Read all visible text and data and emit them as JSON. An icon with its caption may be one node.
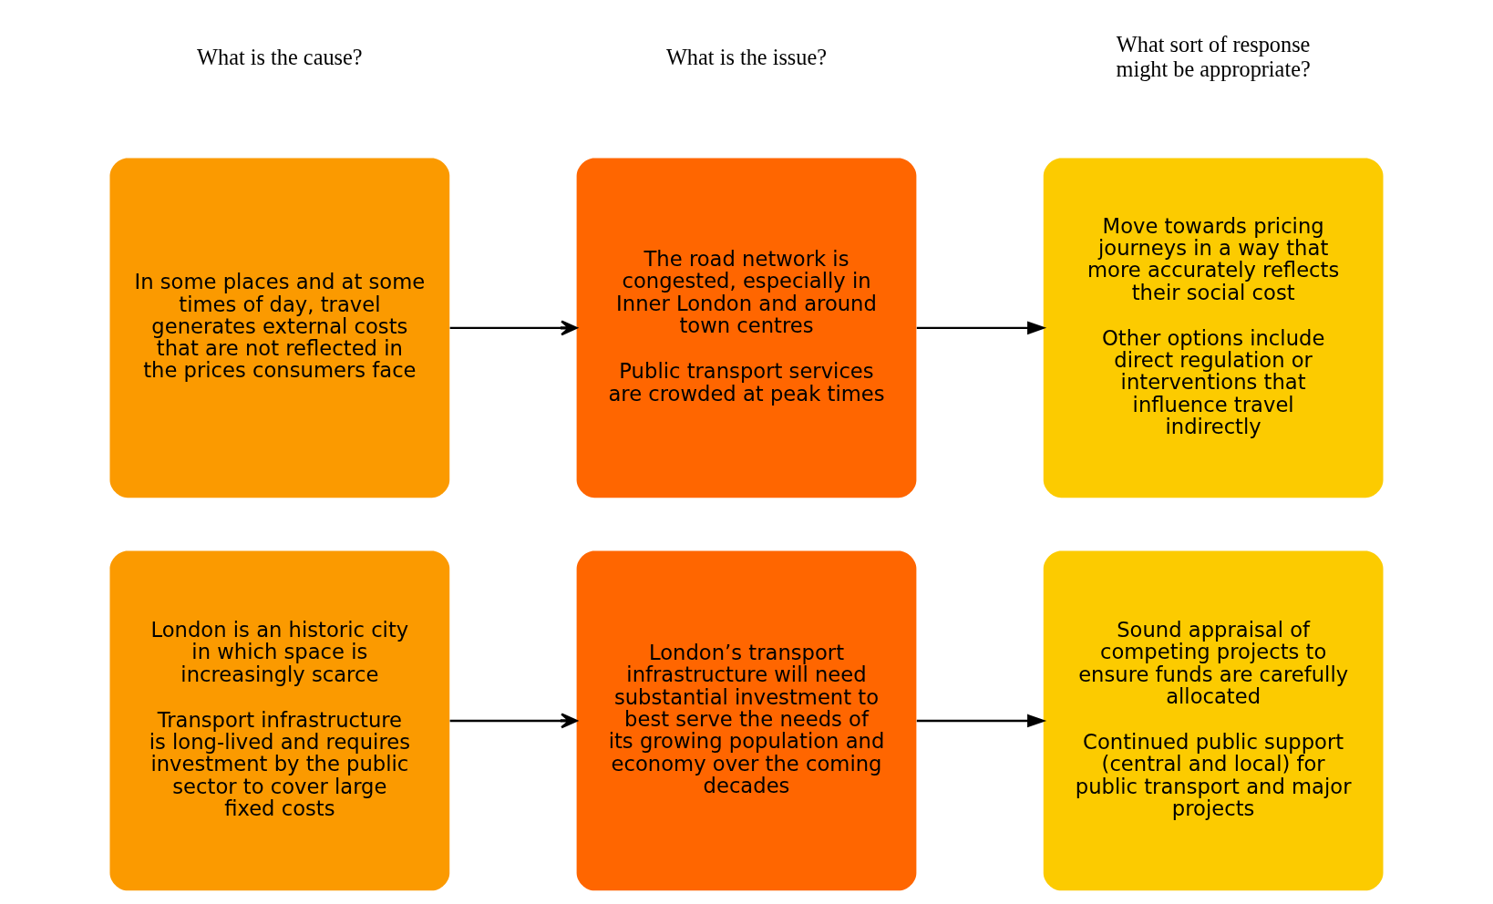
{
  "diagram": {
    "nodes": [
      {
        "text": [
          "London is an historic city in which space is increasingly scarce",
          "Transport infrastructure is long-lived and requires investment by the public sector to cover large fixed costs"
        ]
      },
      {
        "text": [
          "London’s transport infrastructure will need substantial investment to best serve the needs of its growing population and economy over the coming decades"
        ]
      },
      {
        "text": [
          "Sound appraisal of competing projects to ensure funds are carefully allocated",
          "Continued public support (central and local) for public transport and major projects"
        ]
      },
      {
        "text": [
          "In some places and at some times of day, travel generates external costs that are not reflected in the prices consumers face"
        ]
      },
      {
        "text": [
          "The road network is congested, especially in Inner London and around town centres",
          "Public transport services are crowded at peak times"
        ]
      },
      {
        "text": [
          "Move towards pricing journeys in a way that more accurately reflects their social cost",
          "Other options include direct regulation or interventions that influence travel indirectly"
        ]
      }
    ],
    "edges": [
      {
        "from": 0,
        "to": 1,
        "arrow": "to"
      },
      {
        "from": 1,
        "to": 2,
        "arrow": "to"
      },
      {
        "from": 3,
        "to": 4,
        "arrow": "to"
      },
      {
        "from": 4,
        "to": 5,
        "arrow": "to"
      }
    ],
    "labels": [
      "What is the cause?",
      "What is the issue?",
      "What sort of response might be appropriate?"
    ]
  }
}
